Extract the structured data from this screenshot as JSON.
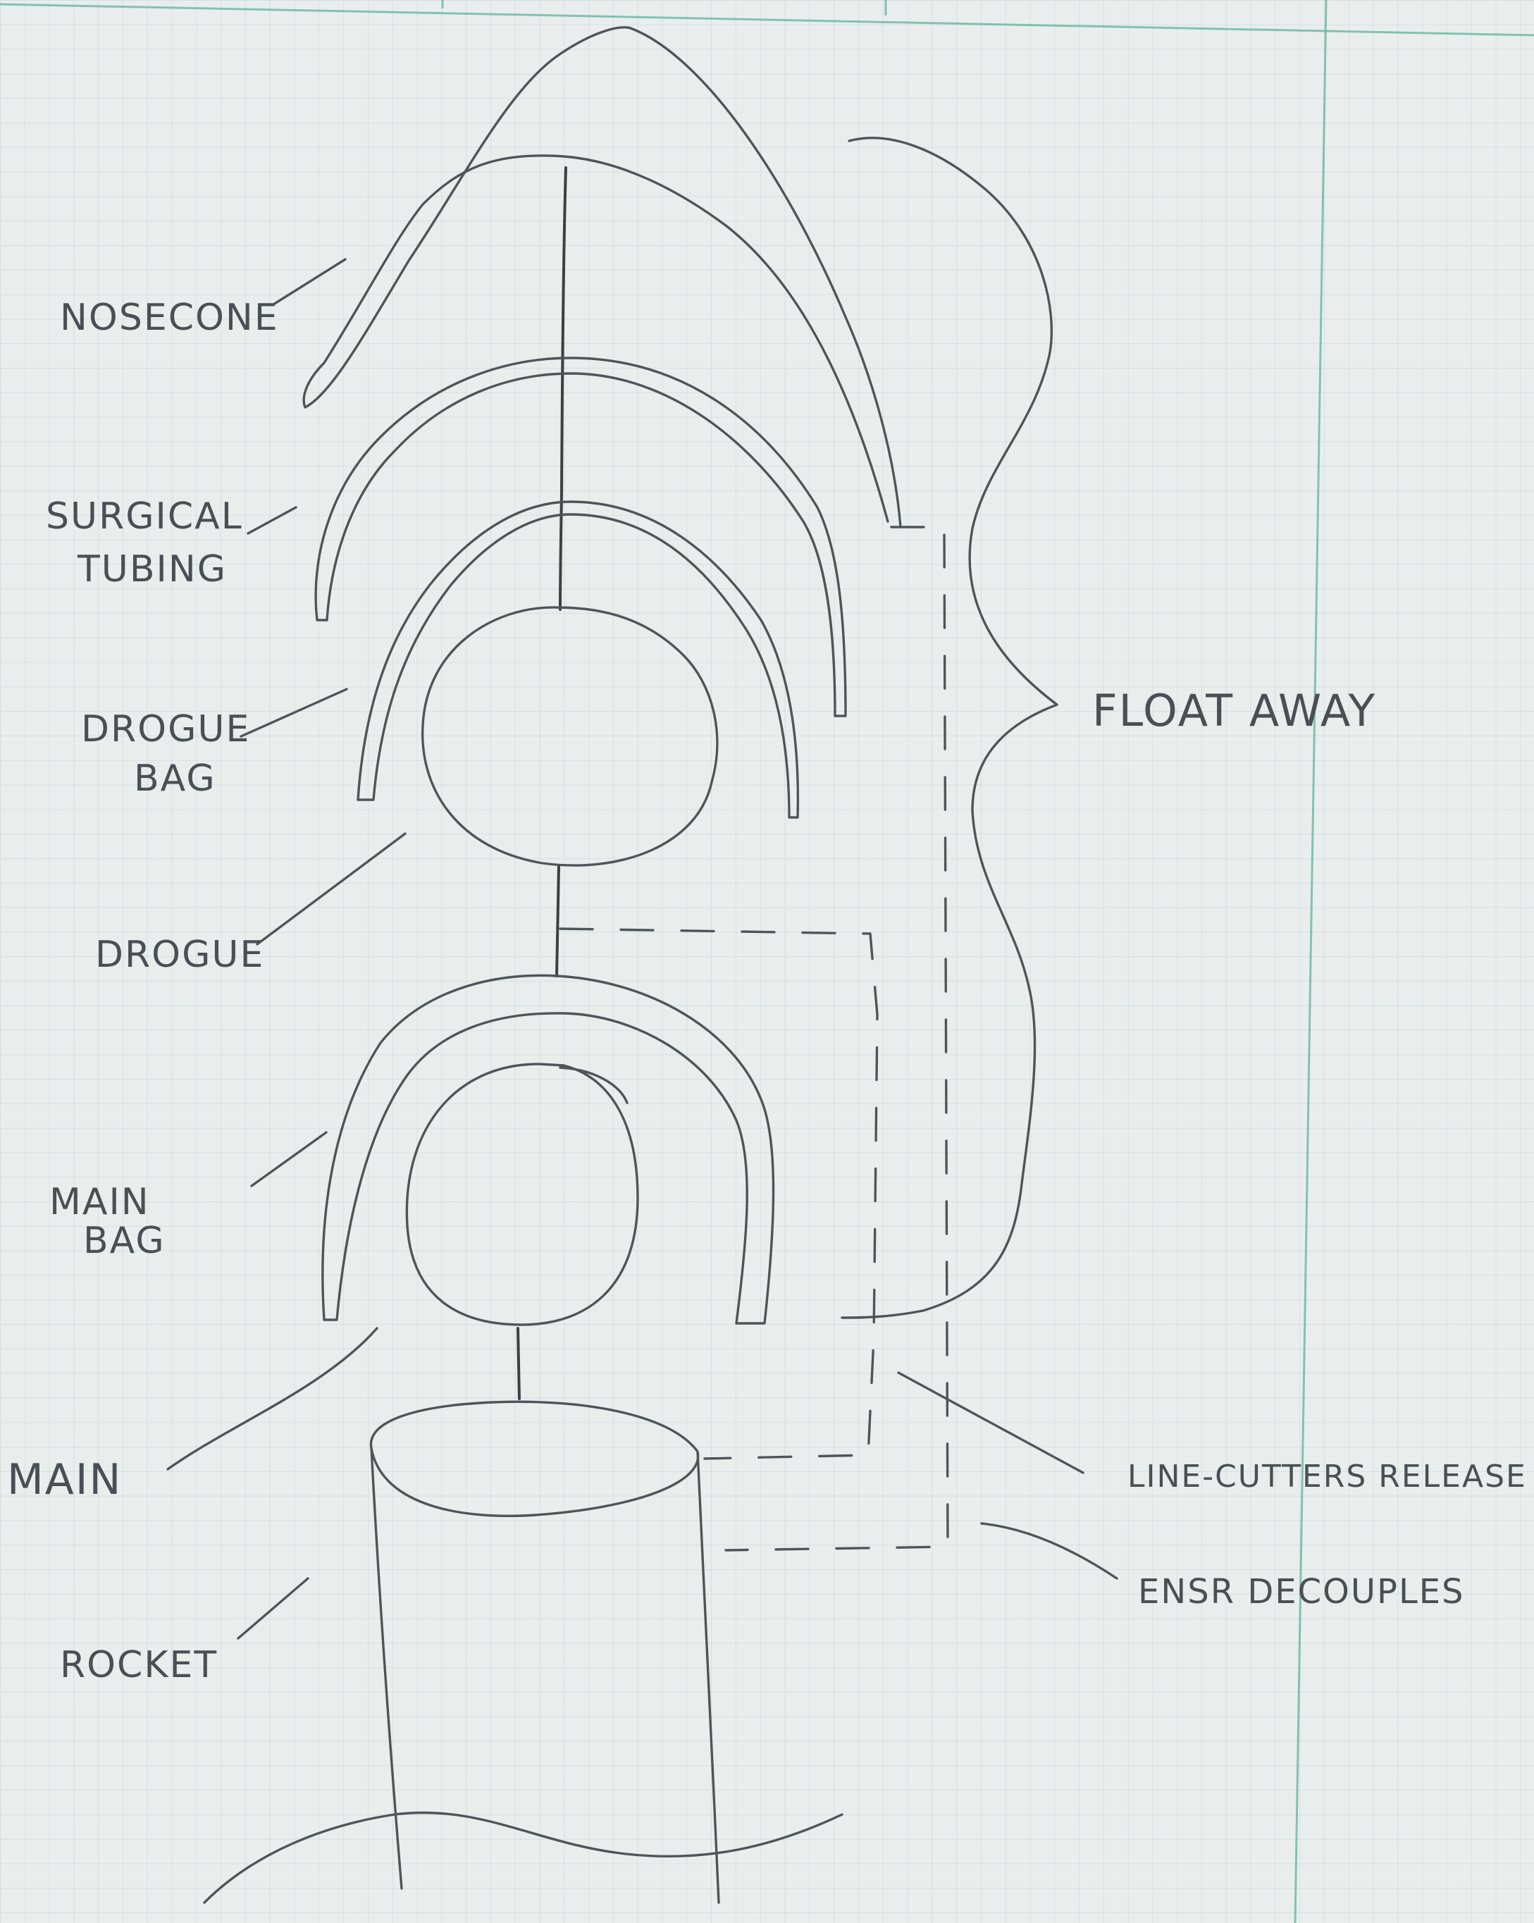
{
  "labels": {
    "nosecone": "NOSECONE",
    "surgical_tubing_line1": "SURGICAL",
    "surgical_tubing_line2": "TUBING",
    "drogue_bag_line1": "DROGUE",
    "drogue_bag_line2": "BAG",
    "drogue": "DROGUE",
    "main_bag_line1": "MAIN",
    "main_bag_line2": "BAG",
    "main": "MAIN",
    "rocket": "ROCKET",
    "float_away": "FLOAT AWAY",
    "line_cutters_release": "LINE-CUTTERS RELEASE",
    "ensr_decouples": "ENSR DECOUPLES"
  },
  "colors": {
    "paper": "#e9eeed",
    "grid": "#5fb39a",
    "pencil": "#4f5459"
  }
}
